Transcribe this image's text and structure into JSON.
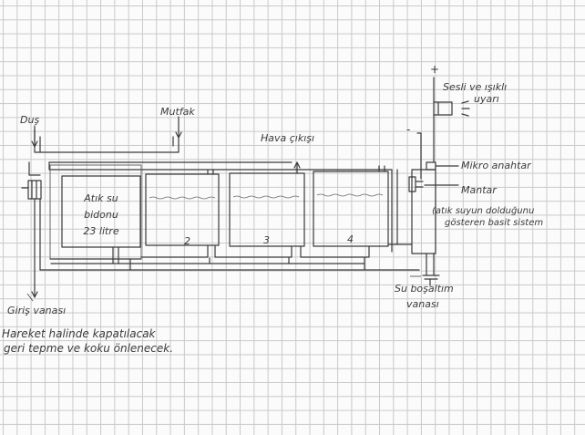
{
  "labels": {
    "dus": "Duş",
    "mutfak": "Mutfak",
    "hava_cikisi": "Hava çıkışı",
    "sesli_line1": "Sesli ve ışıklı",
    "sesli_line2": "uyarı",
    "mikro_anahtar": "Mikro anahtar",
    "mantar": "Mantar",
    "sistem_line1": "(atık suyun dolduğunu",
    "sistem_line2": "gösteren basit sistem",
    "tank1_line1": "Atık su",
    "tank1_line2": "bidonu",
    "tank1_line3": "23 litre",
    "tank2": "2",
    "tank3": "3",
    "tank4": "4",
    "bosaltim_line1": "Su boşaltım",
    "bosaltim_line2": "vanası",
    "giris_vanasi": "Giriş vanası",
    "note_line1": "Hareket halinde kapatılacak",
    "note_line2": "geri tepme ve koku önlenecek.",
    "plus": "+",
    "minus": "-"
  }
}
